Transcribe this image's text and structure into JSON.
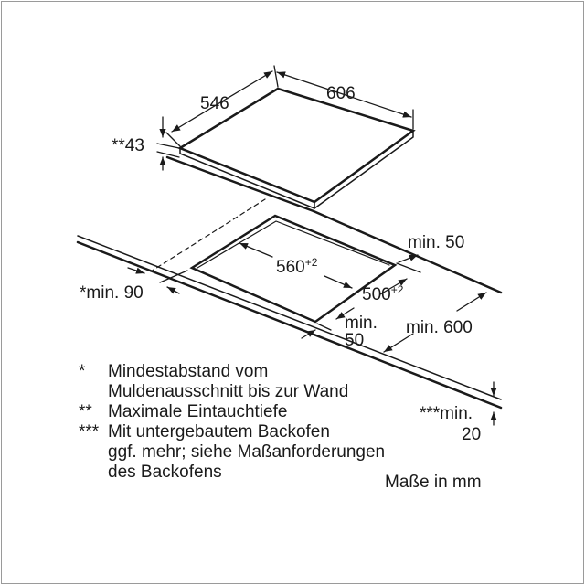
{
  "dimensions": {
    "hob_depth": "546",
    "hob_width": "606",
    "immersion_depth": "**43",
    "wall_clearance": "min. 50",
    "cutout_width": "560",
    "cutout_width_tol": "+2",
    "cutout_depth": "500",
    "cutout_depth_tol": "+2",
    "wall_distance": "*min. 90",
    "front_clearance_1": "min.",
    "front_clearance_2": "50",
    "worktop_depth": "min. 600",
    "worktop_thickness_1": "***min.",
    "worktop_thickness_2": "20"
  },
  "legend": [
    {
      "mark": "*",
      "lines": [
        "Mindestabstand vom",
        "Muldenausschnitt bis zur Wand"
      ]
    },
    {
      "mark": "**",
      "lines": [
        "Maximale Eintauchtiefe"
      ]
    },
    {
      "mark": "***",
      "lines": [
        "Mit untergebautem Backofen",
        "ggf. mehr; siehe Maßanforderungen",
        "des Backofens"
      ]
    }
  ],
  "units_note": "Maße in mm"
}
